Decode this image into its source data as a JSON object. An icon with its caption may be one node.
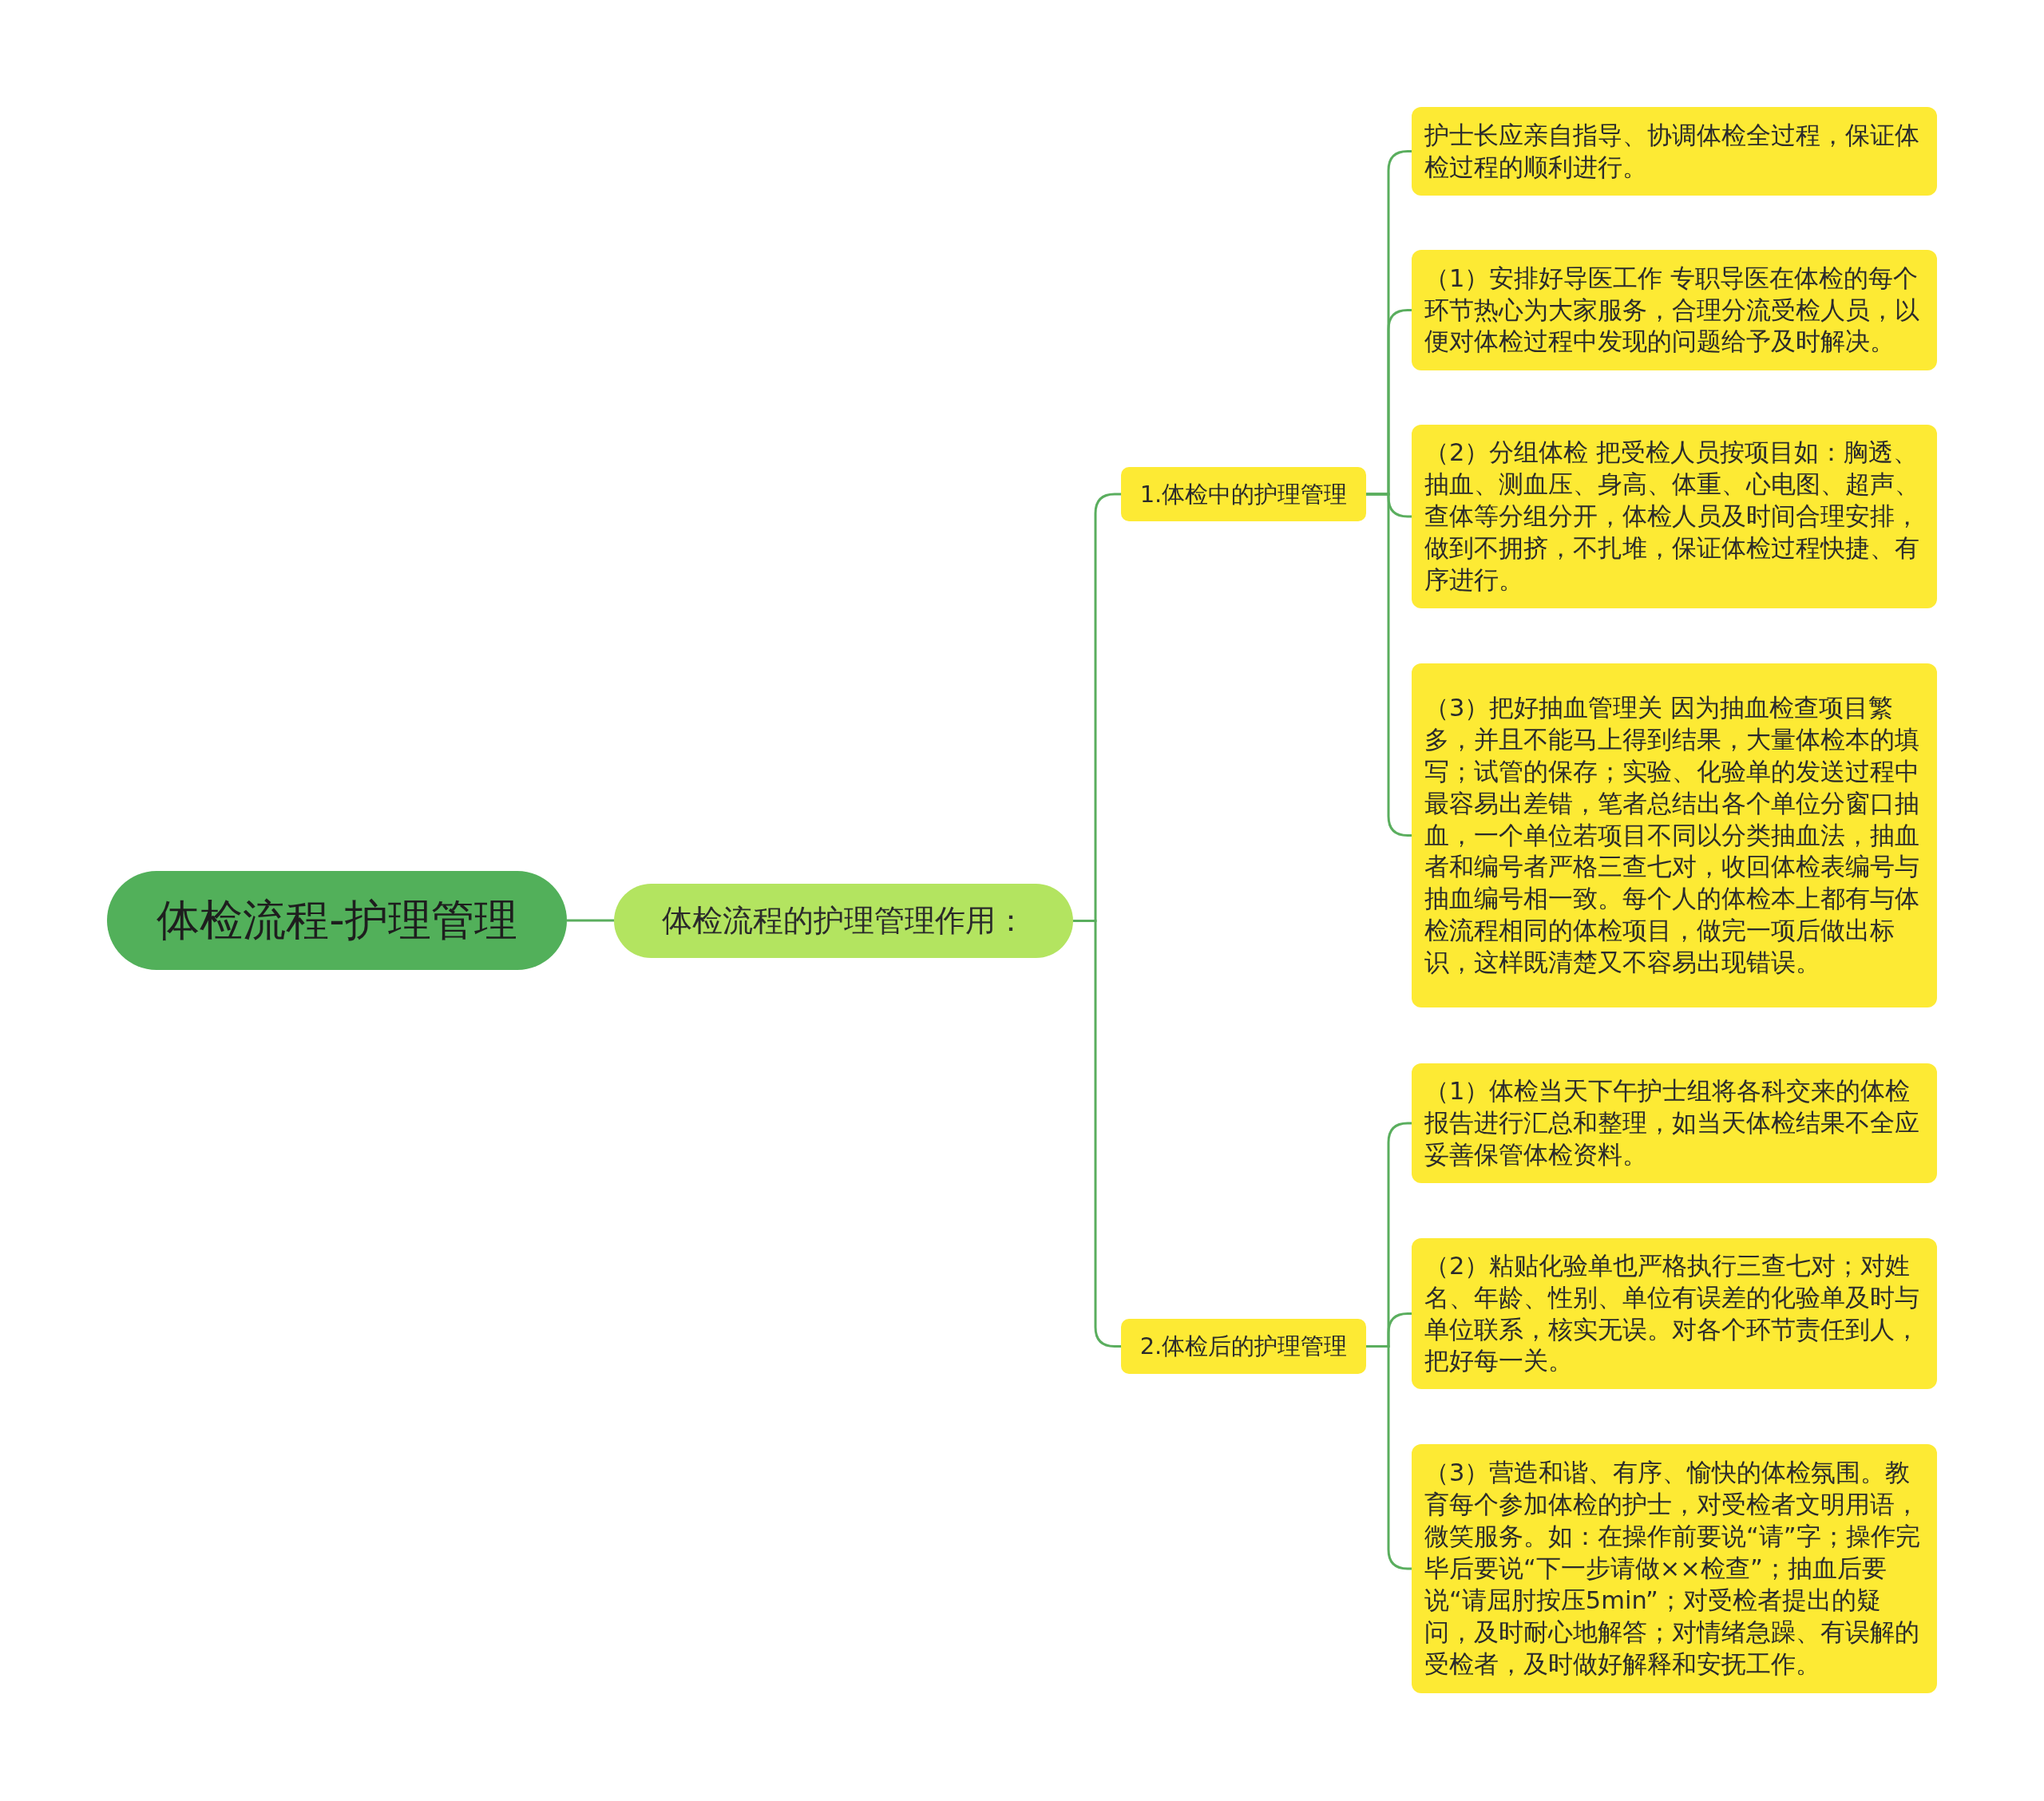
{
  "diagram": {
    "nodes": [
      {
        "text": [
          "体检流程-护理管理"
        ]
      },
      {
        "text": [
          "体检流程的护理管理作用："
        ]
      },
      {
        "text": [
          "1.体检中的护理管理"
        ]
      },
      {
        "text": [
          "护士长应亲自指导、协调体检全过程，保证体检过程的顺利进行。"
        ]
      },
      {
        "text": [
          "（1）安排好导医工作 专职导医在体检的每个环节热心为大家服务，合理分流受检人员，以便对体检过程中发现的问题给予及时解决。"
        ]
      },
      {
        "text": [
          "（2）分组体检 把受检人员按项目如：胸透、抽血、测血压、身高、体重、心电图、超声、查体等分组分开，体检人员及时间合理安排，做到不拥挤，不扎堆，保证体检过程快捷、有序进行。"
        ]
      },
      {
        "text": [
          "（3）把好抽血管理关 因为抽血检查项目繁多，并且不能马上得到结果，大量体检本的填写；试管的保存；实验、化验单的发送过程中最容易出差错，笔者总结出各个单位分窗口抽血，一个单位若项目不同以分类抽血法，抽血者和编号者严格三查七对，收回体检表编号与抽血编号相一致。每个人的体检本上都有与体检流程相同的体检项目，做完一项后做出标识，这样既清楚又不容易出现错误。"
        ]
      },
      {
        "text": [
          "2.体检后的护理管理"
        ]
      },
      {
        "text": [
          "（1）体检当天下午护士组将各科交来的体检报告进行汇总和整理，如当天体检结果不全应妥善保管体检资料。"
        ]
      },
      {
        "text": [
          "（2）粘贴化验单也严格执行三查七对；对姓名、年龄、性别、单位有误差的化验单及时与单位联系，核实无误。对各个环节责任到人，把好每一关。"
        ]
      },
      {
        "text": [
          "（3）营造和谐、有序、愉快的体检氛围。教育每个参加体检的护士，对受检者文明用语，微笑服务。如：在操作前要说“请”字；操作完毕后要说“下一步请做××检查”；抽血后要说“请屈肘按压5min”；对受检者提出的疑问，及时耐心地解答；对情绪急躁、有误解的受检者，及时做好解释和安抚工作。"
        ]
      }
    ],
    "edges": [
      {
        "from": 0,
        "to": 1,
        "arrow": "none"
      },
      {
        "from": 1,
        "to": 2,
        "arrow": "none"
      },
      {
        "from": 1,
        "to": 7,
        "arrow": "none"
      },
      {
        "from": 2,
        "to": 3,
        "arrow": "none"
      },
      {
        "from": 2,
        "to": 4,
        "arrow": "none"
      },
      {
        "from": 2,
        "to": 5,
        "arrow": "none"
      },
      {
        "from": 2,
        "to": 6,
        "arrow": "none"
      },
      {
        "from": 7,
        "to": 8,
        "arrow": "none"
      },
      {
        "from": 7,
        "to": 9,
        "arrow": "none"
      },
      {
        "from": 7,
        "to": 10,
        "arrow": "none"
      }
    ]
  }
}
